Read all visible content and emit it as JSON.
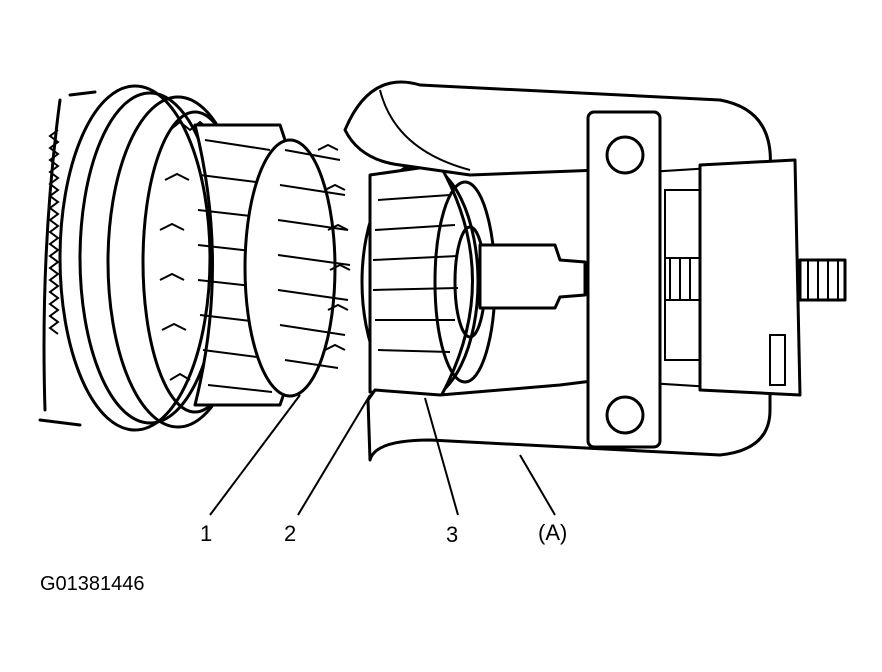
{
  "callouts": {
    "label_1": "1",
    "label_2": "2",
    "label_3": "3",
    "label_a": "(A)"
  },
  "figure_id": "G01381446",
  "colors": {
    "ink": "#000000",
    "paper": "#ffffff"
  }
}
